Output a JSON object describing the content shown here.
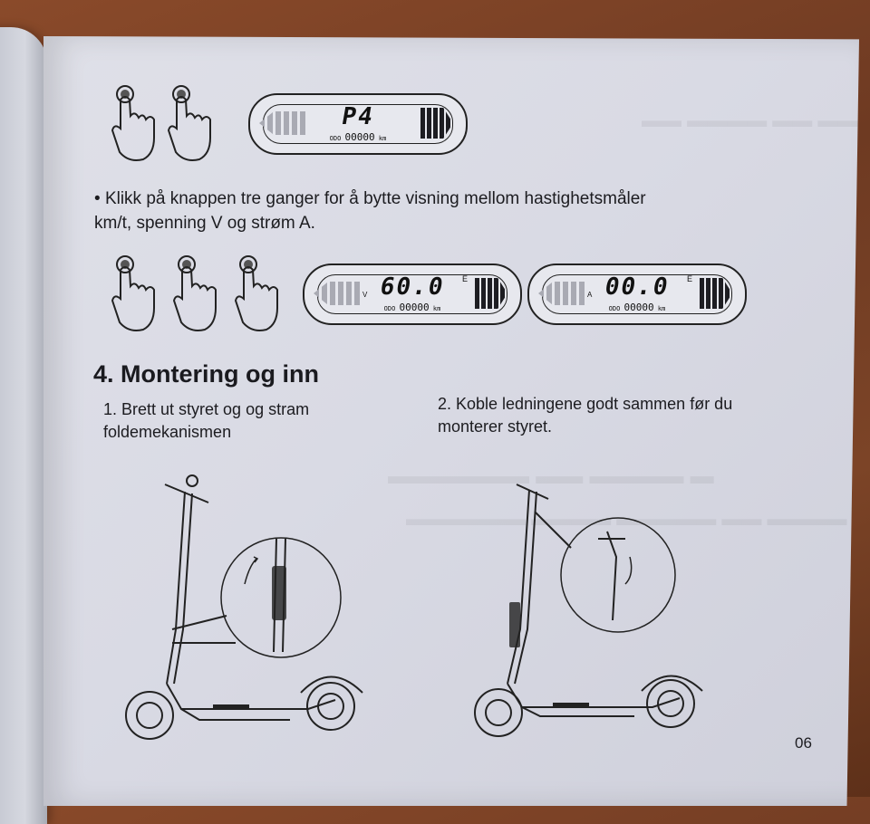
{
  "page": {
    "number": "06",
    "background": "#dadbe4",
    "table_color": "#7a4326"
  },
  "section_three": {
    "bullet_glyph": "•",
    "bullet_text": "Klikk på knappen tre ganger for å bytte visning mellom hastighetsmåler km/t, spenning V og strøm A.",
    "displays_two_press": [
      {
        "main": "P4",
        "odometer": "00000"
      }
    ],
    "displays_three_press": [
      {
        "main": "60.0",
        "odometer": "00000",
        "indicator": "V",
        "gear": "E"
      },
      {
        "main": "00.0",
        "odometer": "00000",
        "indicator": "A",
        "gear": "E"
      }
    ]
  },
  "section_four": {
    "heading": "4. Montering og inn",
    "step1": "1. Brett ut styret og og stram foldemekanismen",
    "step2": "2. Koble ledningene godt sammen før du monterer styret."
  },
  "icons": [
    "finger-press-icon",
    "scooter-illustration",
    "zoom-circle"
  ]
}
